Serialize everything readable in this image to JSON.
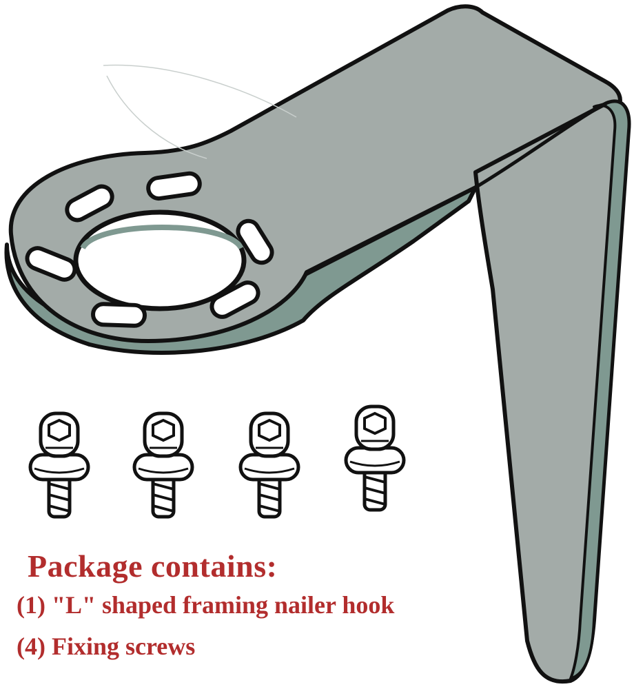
{
  "caption": {
    "title": "Package contains:",
    "line1": "(1) \"L\" shaped framing nailer hook",
    "line2": "(4)  Fixing screws"
  },
  "colors": {
    "caption_text": "#b22d2d",
    "metal_top": "#a3aba8",
    "metal_edge": "#7f9991",
    "outline": "#111111",
    "screw_fill": "#ffffff"
  },
  "illustration": {
    "main_part": "l-shaped-hook-icon",
    "screw_count": 4,
    "screw_icon": "screw-icon"
  }
}
